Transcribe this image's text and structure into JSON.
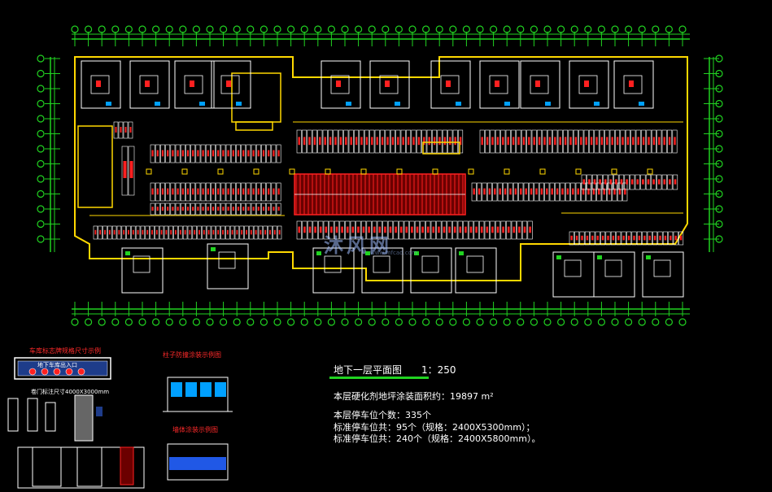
{
  "plan": {
    "title": "地下一层平面图",
    "scale": "1：250",
    "area_line": "本层硬化剂地坪涂装面积约：19897 m²",
    "total_spaces": "本层停车位个数：335个",
    "std_line_1": "标准停车位共：95个（规格：2400X5300mm）；",
    "std_line_2": "标准停车位共：240个（规格：2400X5800mm）。"
  },
  "legend": {
    "sign_title": "车库标志牌规格尺寸示例",
    "sign_header": "地下车库出入口",
    "door_caption": "卷门标注尺寸4000X3000mm",
    "column_title": "柱子防撞涂装示例图",
    "wall_title": "墙体涂装示例图"
  },
  "watermark": {
    "text": "沐风网",
    "sub": "www.mfcad.com"
  },
  "colors": {
    "background": "#000000",
    "grid": "#21d321",
    "wall": "#ffffff",
    "boundary": "#ffd800",
    "parking": "#ff2020",
    "accent": "#00a0ff"
  }
}
